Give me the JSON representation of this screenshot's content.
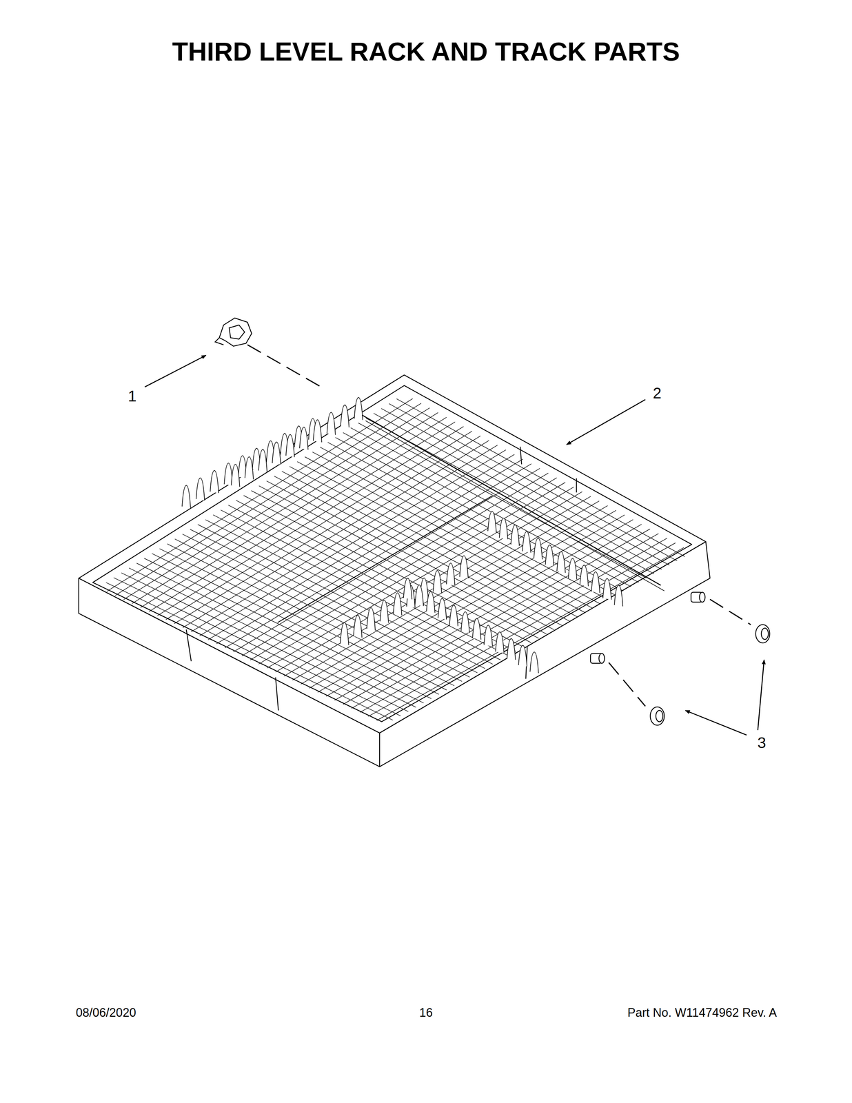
{
  "diagram": {
    "title": "THIRD LEVEL RACK AND TRACK PARTS",
    "labels": [
      "1",
      "2",
      "3",
      "08/06/2020",
      "16",
      "Part No. W11474962 Rev. A"
    ]
  }
}
